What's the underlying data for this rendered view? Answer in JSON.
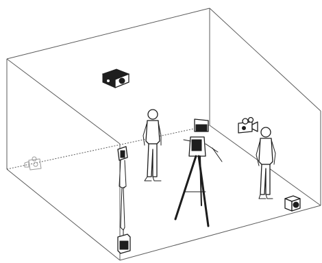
{
  "scene": {
    "background": "#ffffff",
    "line_color": "#5a5a5a",
    "ink_color": "#1c1c1c",
    "objects": [
      {
        "name": "room-box",
        "kind": "outline"
      },
      {
        "name": "ceiling-projector-icon",
        "kind": "device"
      },
      {
        "name": "person-standing-left-icon",
        "kind": "figure"
      },
      {
        "name": "person-standing-right-icon",
        "kind": "figure"
      },
      {
        "name": "tripod-camera-icon",
        "kind": "device"
      },
      {
        "name": "video-camera-right-wall-icon",
        "kind": "device"
      },
      {
        "name": "speaker-floor-right-icon",
        "kind": "device"
      },
      {
        "name": "wall-camera-left-icon",
        "kind": "device"
      },
      {
        "name": "doorway-panel-icon",
        "kind": "structure"
      }
    ]
  }
}
